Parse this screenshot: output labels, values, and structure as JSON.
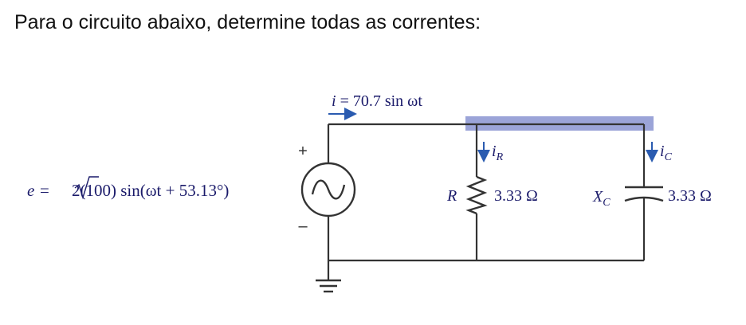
{
  "question": "Para o circuito abaixo, determine todas as correntes:",
  "colors": {
    "wire": "#333333",
    "label": "#1a1a6a",
    "highlight": "#9ba4d8",
    "arrow": "#2a5bb0"
  },
  "circuit": {
    "current_main": {
      "symbol": "i",
      "expr": " = 70.7 sin ωt"
    },
    "source": {
      "expr_prefix": "e = ",
      "expr_sqrt": "2",
      "expr_rest": "(100) sin(ωt + 53.13°)",
      "plus": "+",
      "minus": "–",
      "icon": "ac-source-icon"
    },
    "resistor": {
      "symbol": "R",
      "value": "3.33 Ω",
      "current_symbol": "i",
      "current_sub": "R"
    },
    "capacitor": {
      "symbol": "X",
      "symbol_sub": "C",
      "value": "3.33 Ω",
      "current_symbol": "i",
      "current_sub": "C"
    },
    "ground": {
      "icon": "ground-icon"
    }
  }
}
